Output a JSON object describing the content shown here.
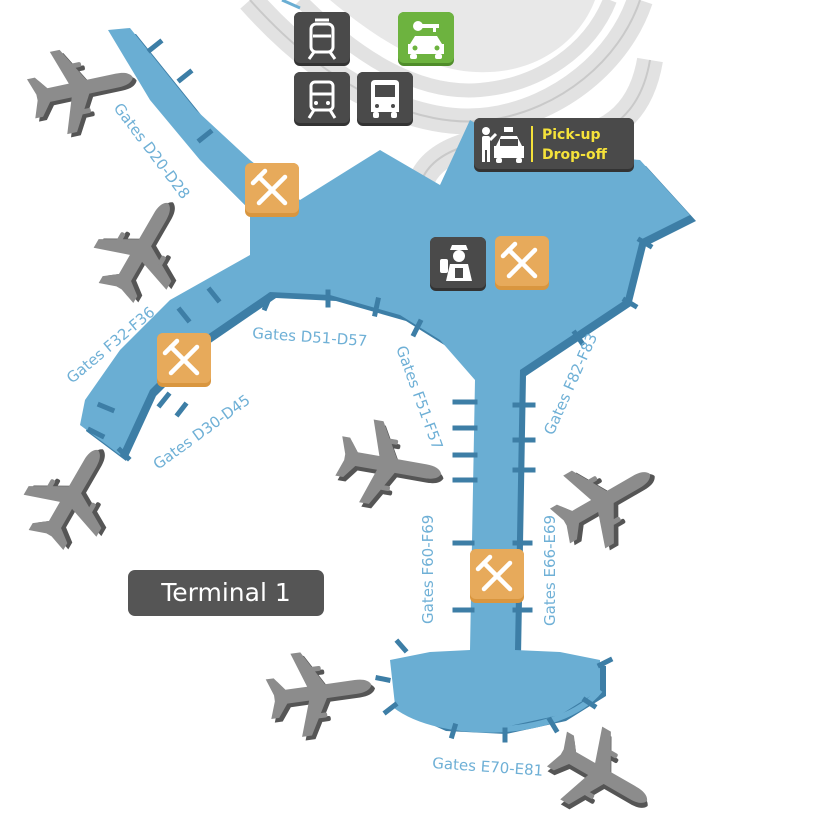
{
  "terminal": {
    "label": "Terminal 1"
  },
  "pickup": {
    "line1": "Pick-up",
    "line2": "Drop-off"
  },
  "gates": {
    "d20_d28": "Gates D20-D28",
    "f32_f36": "Gates F32-F36",
    "d30_d45": "Gates D30-D45",
    "d51_d57": "Gates D51-D57",
    "f51_f57": "Gates F51-F57",
    "f82_f83": "Gates F82-F83",
    "f60_f69": "Gates F60-F69",
    "e66_e69": "Gates E66-E69",
    "e70_e81": "Gates E70-E81"
  },
  "icons": {
    "tram": "tram-icon",
    "car_rental": "car-rental-icon",
    "train": "train-icon",
    "bus": "bus-icon",
    "taxi": "taxi-icon",
    "security": "security-officer-icon",
    "restaurant": "restaurant-icon",
    "airplane": "airplane-icon"
  },
  "colors": {
    "terminal_fill": "#6aaed3",
    "terminal_shadow": "#3d7ea6",
    "road": "#e2e2e2",
    "road_line": "#c9c9c9",
    "icon_dark": "#4a4a4a",
    "car_rental": "#6db33f",
    "restaurant": "#e7aa5b",
    "airplane": "#8c8c8c",
    "gate_label": "#6fb0d6",
    "pickup_text": "#f5e23a",
    "terminal_badge": "#555555"
  }
}
